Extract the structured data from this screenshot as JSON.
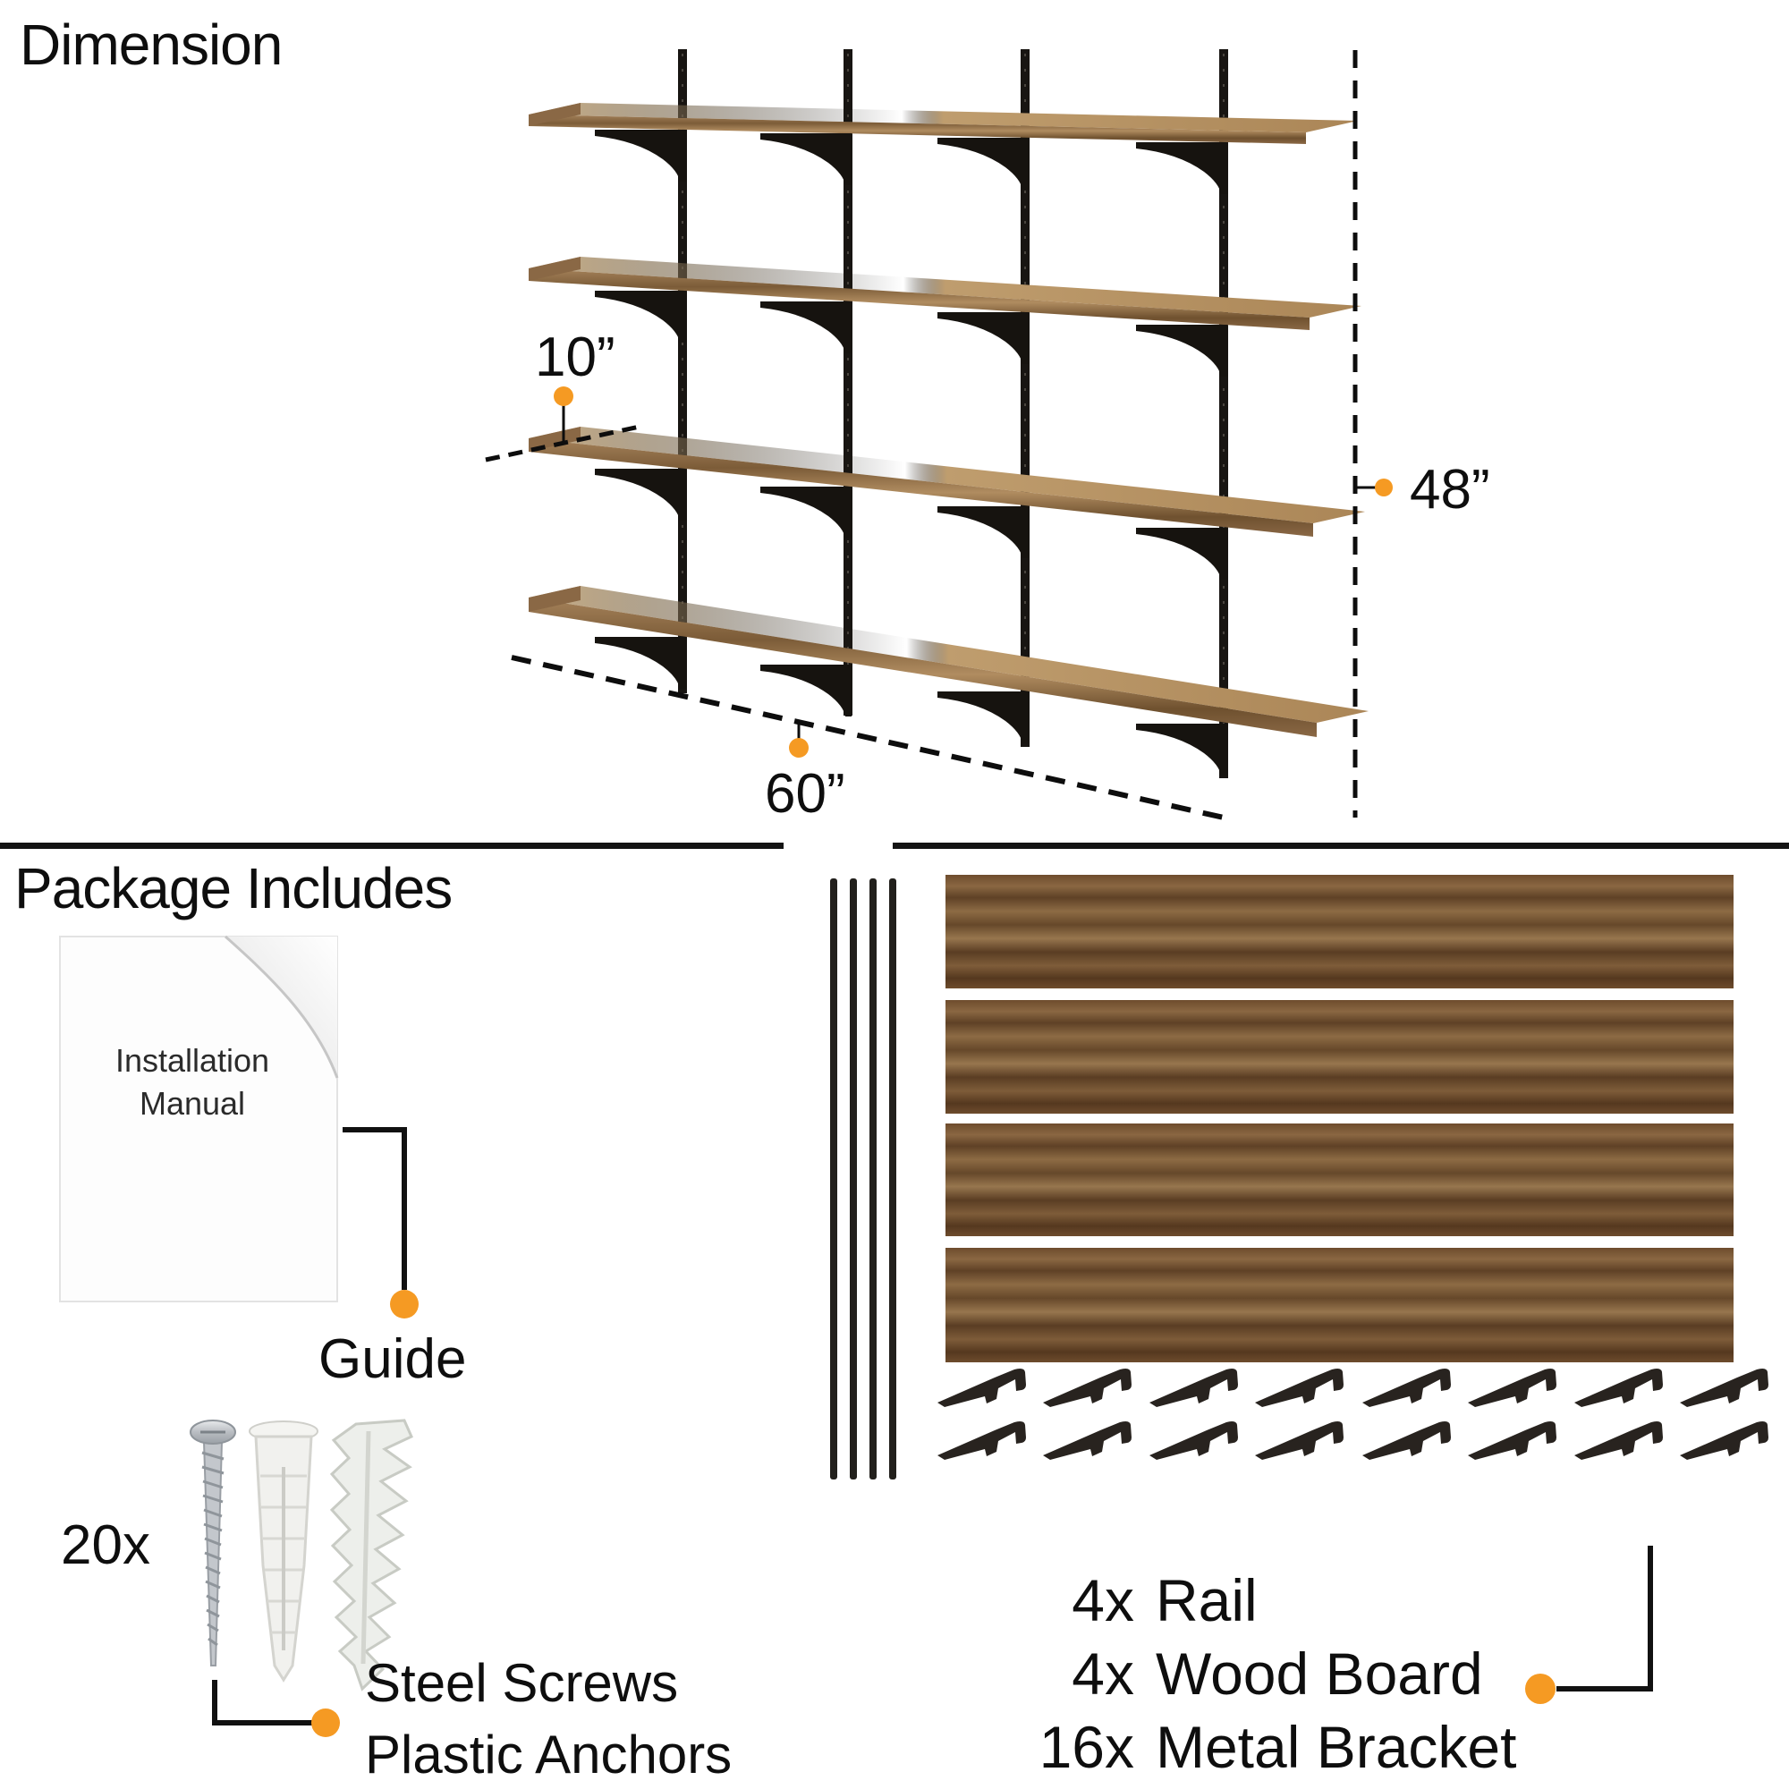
{
  "header": {
    "title": "Dimension"
  },
  "dims": {
    "depth": "10”",
    "height": "48”",
    "width": "60”"
  },
  "package": {
    "title": "Package Includes",
    "manual": {
      "line1": "Installation",
      "line2": "Manual",
      "guide_label": "Guide"
    },
    "hardware": {
      "qty": "20x",
      "line1": "Steel Screws",
      "line2": "Plastic Anchors"
    },
    "contents": [
      {
        "qty": "4x",
        "label": "Rail"
      },
      {
        "qty": "4x",
        "label": "Wood Board"
      },
      {
        "qty": "16x",
        "label": "Metal Bracket"
      }
    ]
  },
  "colors": {
    "accent_orange": "#F59A23",
    "ink_black": "#111111",
    "rail_black": "#1b1814",
    "shelf_wood_light": "#c9ab7d",
    "shelf_wood_mid": "#a9855a",
    "board_walnut_dark": "#5e4126",
    "board_walnut_mid": "#83603c",
    "board_walnut_light": "#97764e"
  },
  "icons": {
    "shelf_unit": "wall-shelf-4-tier",
    "manual": "installation-manual-sheet",
    "screw": "steel-screw",
    "anchor_ribbed": "plastic-anchor",
    "anchor_selfdrill": "self-drill-anchor",
    "rail": "mounting-rail",
    "board": "wood-board",
    "bracket": "metal-shelf-bracket"
  }
}
